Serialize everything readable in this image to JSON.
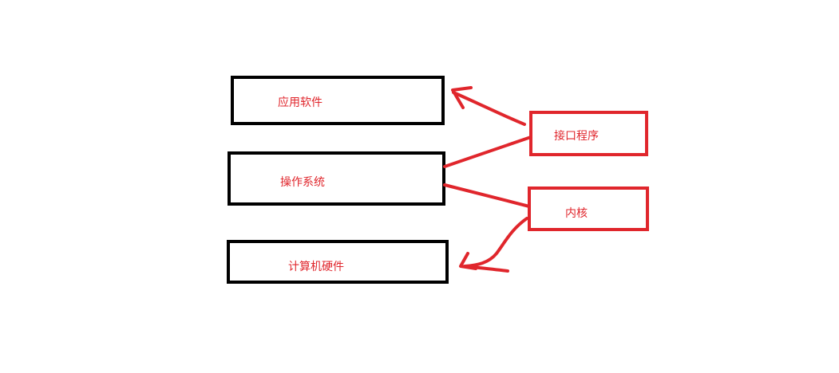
{
  "colors": {
    "black_box": "#000000",
    "red": "#e0262c",
    "background": "#ffffff"
  },
  "layers": {
    "application": {
      "label": "应用软件"
    },
    "os": {
      "label": "操作系统"
    },
    "hardware": {
      "label": "计算机硬件"
    }
  },
  "callouts": {
    "interface": {
      "label": "接口程序"
    },
    "kernel": {
      "label": "内核"
    }
  }
}
